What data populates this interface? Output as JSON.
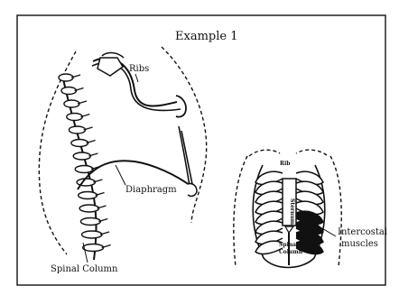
{
  "title": "Example 1",
  "labels": {
    "ribs": "Ribs",
    "diaphragm": "Diaphragm",
    "spinal_column": "Spinal Column",
    "intercostal_line1": "Intercostal",
    "intercostal_line2": "muscles",
    "front_ribs": "Rib",
    "sternum": "Sternum",
    "front_spinal_line1": "Spinal",
    "front_spinal_line2": "Column"
  }
}
